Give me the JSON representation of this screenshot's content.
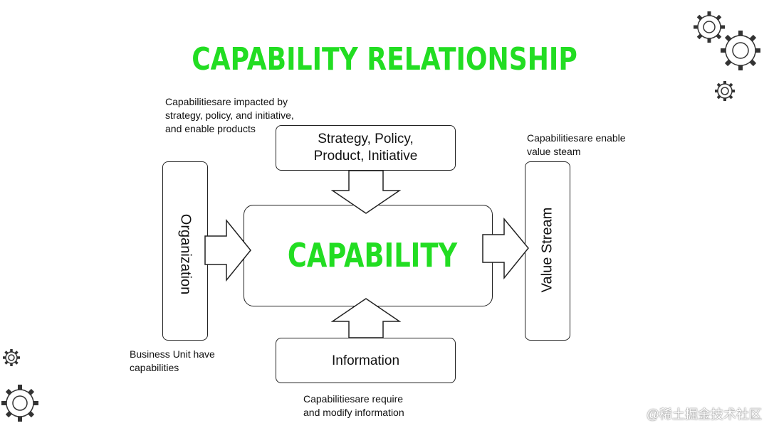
{
  "title": "CAPABILITY RELATIONSHIP",
  "center": "CAPABILITY",
  "boxes": {
    "top_line1": "Strategy, Policy,",
    "top_line2": "Product, Initiative",
    "bottom": "Information",
    "left": "Organization",
    "right": "Value Stream"
  },
  "notes": {
    "top_left": [
      "Capabilitiesare impacted by",
      "strategy, policy, and initiative,",
      "and enable products"
    ],
    "top_right": [
      "Capabilitiesare enable",
      "value steam"
    ],
    "bottom_left": [
      "Business Unit have",
      "capabilities"
    ],
    "bottom_center": [
      "Capabilitiesare require",
      "and modify information"
    ]
  },
  "watermark": "@稀土掘金技术社区",
  "colors": {
    "accent": "#22dd22",
    "stroke": "#222222"
  },
  "icons": [
    "gear-icon",
    "gear-icon",
    "gear-icon",
    "gear-icon",
    "gear-icon"
  ]
}
